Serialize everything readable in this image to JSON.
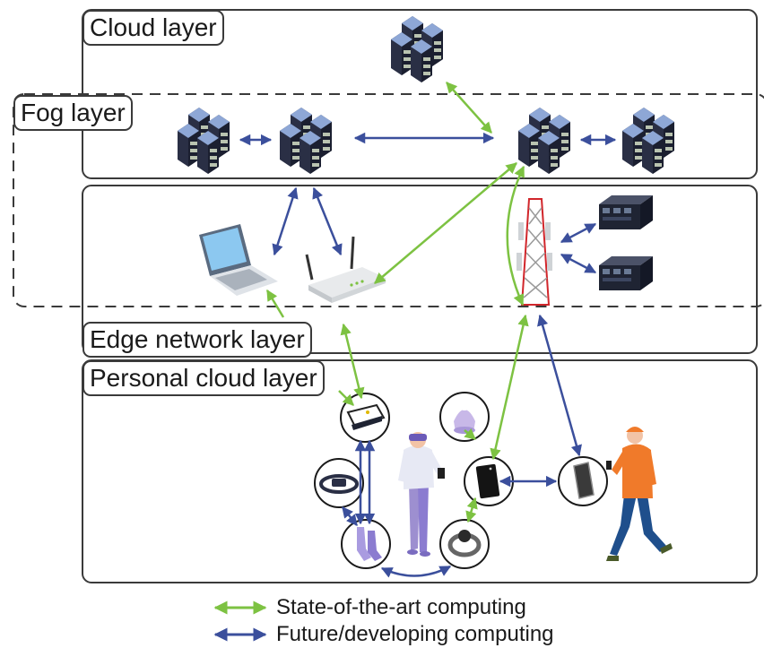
{
  "layers": {
    "cloud": "Cloud layer",
    "fog": "Fog layer",
    "edge": "Edge network layer",
    "personal": "Personal cloud layer"
  },
  "legend": [
    {
      "label": "State-of-the-art computing",
      "color": "#7dc242"
    },
    {
      "label": "Future/developing computing",
      "color": "#3b4f9c"
    }
  ],
  "colors": {
    "state_of_the_art": "#7dc242",
    "future_developing": "#3b4f9c",
    "layer_border": "#3a3a3a"
  },
  "nodes": {
    "servers": [
      "server-rack-icon",
      "server-rack-icon",
      "server-rack-icon",
      "server-rack-icon",
      "server-rack-icon"
    ],
    "edge_devices": [
      "laptop-icon",
      "wifi-router-icon",
      "cell-tower-icon",
      "edge-server-icon",
      "edge-server-icon"
    ],
    "wearables": [
      "smart-glasses-icon",
      "chest-strap-icon",
      "smart-socks-icon",
      "smart-speaker-icon",
      "smartphone-icon",
      "smartwatch-icon",
      "tablet-icon"
    ],
    "people": [
      "woman-with-vr-headset-icon",
      "man-walking-icon"
    ]
  }
}
